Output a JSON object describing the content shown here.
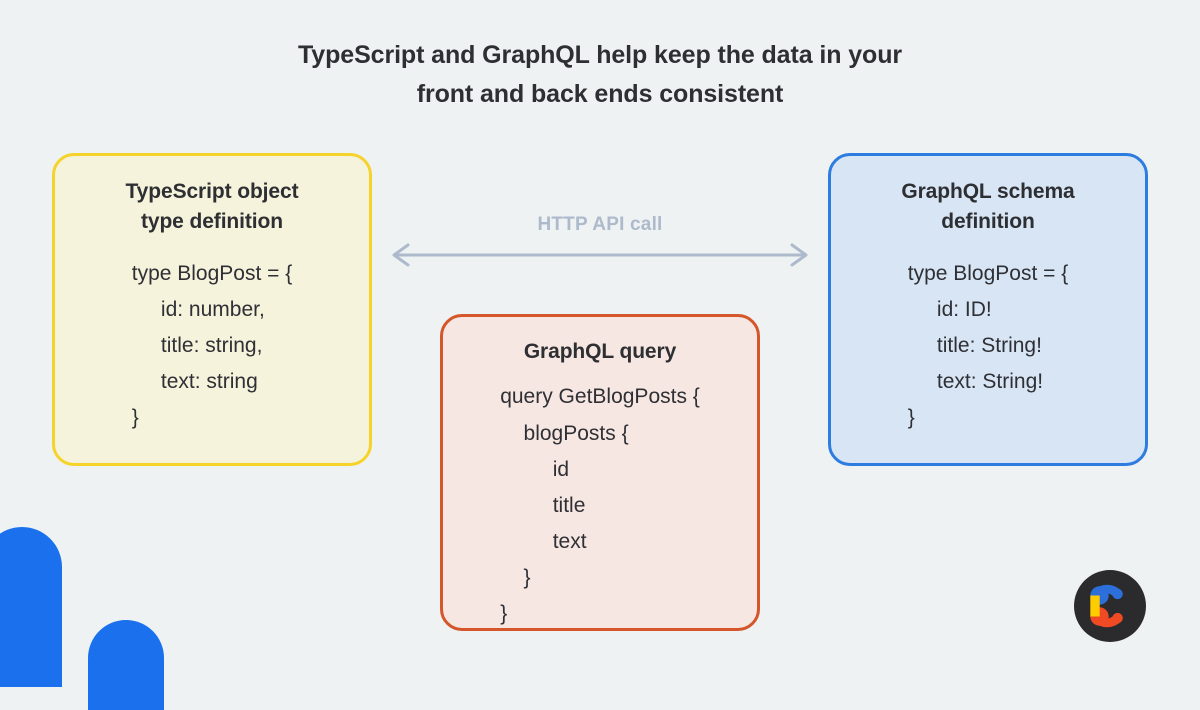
{
  "page": {
    "background_color": "#eff2f3",
    "title_lines": [
      "TypeScript and GraphQL help keep the data in your",
      "front and back ends consistent"
    ]
  },
  "colors": {
    "text_dark": "#2e2f33",
    "brand_blue": "#1b70ee",
    "yellow_border": "#f6d32b",
    "yellow_fill": "#f5f3dc",
    "blue_border": "#2d7ce0",
    "blue_fill": "#d7e5f4",
    "orange_border": "#d4562a",
    "orange_fill": "#f6e7e2",
    "arrow_gray": "#adbacb"
  },
  "typescript_card": {
    "title_lines": [
      "TypeScript object",
      "type definition"
    ],
    "code": "type BlogPost = {\n     id: number,\n     title: string,\n     text: string\n}"
  },
  "graphql_schema_card": {
    "title_lines": [
      "GraphQL schema",
      "definition"
    ],
    "code": "type BlogPost = {\n     id: ID!\n     title: String!\n     text: String!\n}"
  },
  "graphql_query_card": {
    "title_lines": [
      "GraphQL query"
    ],
    "code": "query GetBlogPosts {\n    blogPosts {\n         id\n         title\n         text\n    }\n}"
  },
  "connector": {
    "label": "HTTP API call",
    "direction": "bidirectional"
  },
  "logo": {
    "name": "contentful-logo",
    "mark_colors": {
      "blue": "#2c6fdb",
      "yellow": "#ffcc00",
      "orange": "#ef4a23"
    }
  }
}
